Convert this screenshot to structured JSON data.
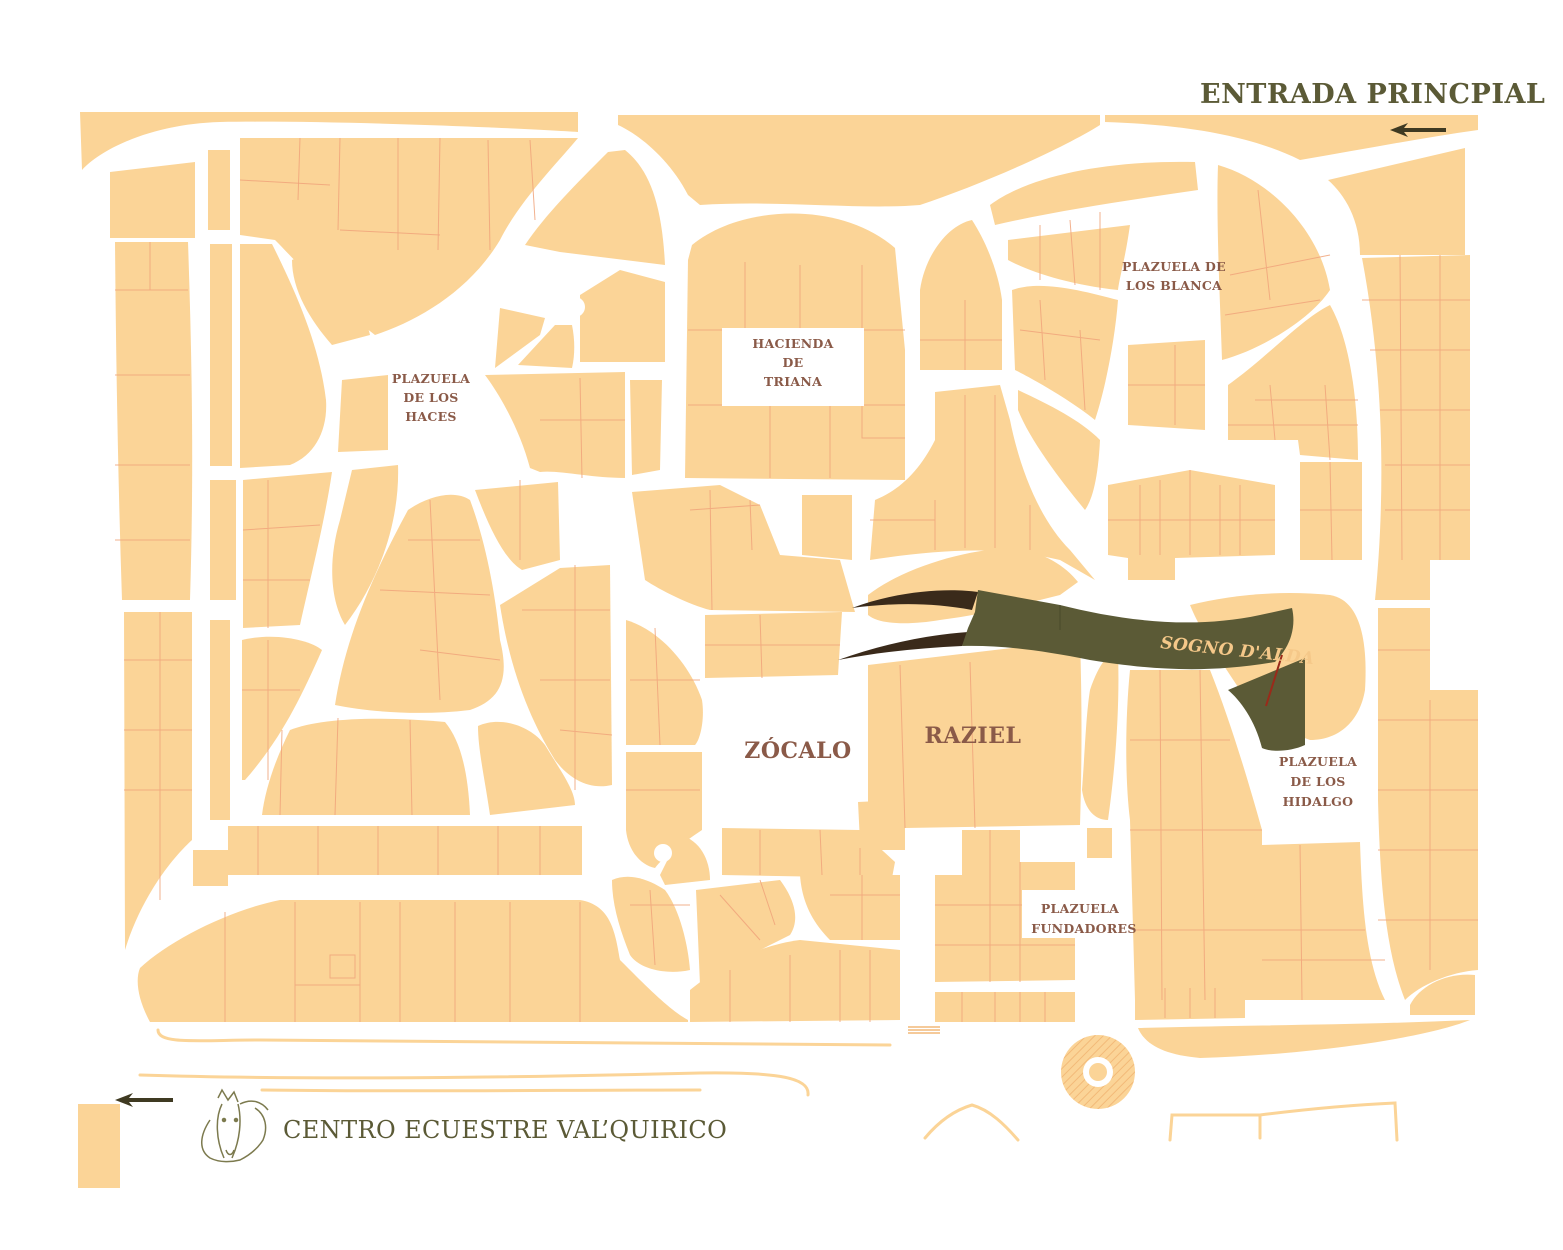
{
  "labels": {
    "entrada": "ENTRADA PRINCPIAL",
    "centro": "CENTRO ECUESTRE VAL’QUIRICO",
    "banner": "SOGNO D'ALDA",
    "zocalo": "ZÓCALO",
    "raziel": "RAZIEL",
    "haces": [
      "PLAZUELA",
      "DE LOS",
      "HACES"
    ],
    "triana": [
      "HACIENDA",
      "DE",
      "TRIANA"
    ],
    "blanca": [
      "PLAZUELA DE",
      "LOS BLANCA"
    ],
    "hidalgo": [
      "PLAZUELA",
      "DE LOS",
      "HIDALGO"
    ],
    "fundadores": [
      "PLAZUELA",
      "FUNDADORES"
    ]
  },
  "icons": {
    "entrance_arrow": "arrow-left-icon",
    "exit_arrow": "arrow-left-icon",
    "horse_logo": "horse-head-icon",
    "fountain": "fountain-icon"
  },
  "colors": {
    "block": "#fbd497",
    "lot_line": "#f0a37a",
    "road": "#ffffff",
    "label": "#8a5a48",
    "highlight": "#5b5a36",
    "banner_text": "#f5c889"
  }
}
